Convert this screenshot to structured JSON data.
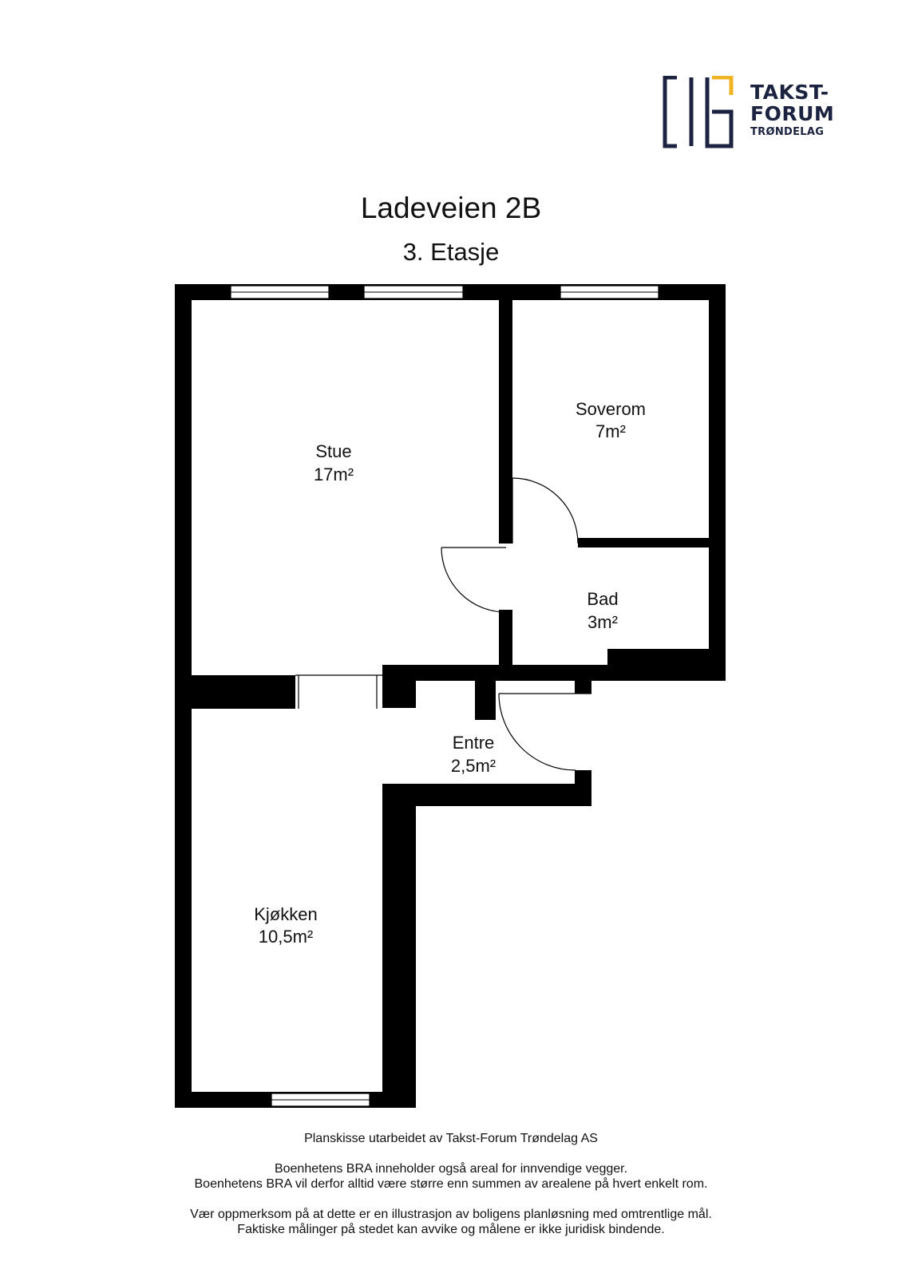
{
  "logo": {
    "line1": "TAKST-",
    "line2": "FORUM",
    "line3": "TRØNDELAG",
    "dark_color": "#1b2340",
    "accent_color": "#f0b323"
  },
  "title": "Ladeveien 2B",
  "subtitle": "3. Etasje",
  "rooms": [
    {
      "name": "Stue",
      "area": "17m²"
    },
    {
      "name": "Soverom",
      "area": "7m²"
    },
    {
      "name": "Bad",
      "area": "3m²"
    },
    {
      "name": "Entre",
      "area": "2,5m²"
    },
    {
      "name": "Kjøkken",
      "area": "10,5m²"
    }
  ],
  "footer": {
    "credit": "Planskisse utarbeidet av Takst-Forum Trøndelag AS",
    "note1": "Boenhetens BRA inneholder også areal for innvendige vegger.",
    "note2": "Boenhetens BRA vil derfor alltid være større enn summen av arealene på hvert enkelt rom.",
    "note3": "Vær oppmerksom på at dette er en illustrasjon av boligens planløsning med omtrentlige mål.",
    "note4": "Faktiske målinger på stedet kan avvike og målene er ikke juridisk bindende."
  }
}
